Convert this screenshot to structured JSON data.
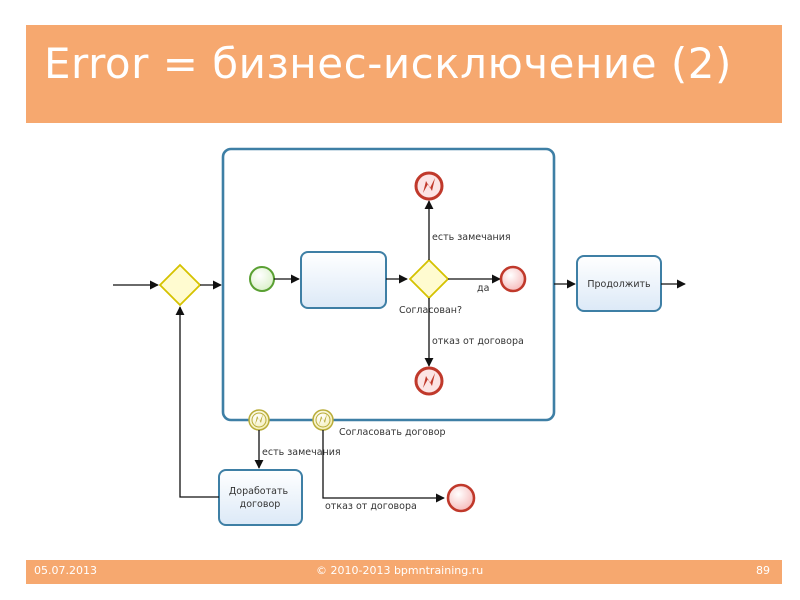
{
  "title": "Error = бизнес-исключение (2)",
  "diagram": {
    "task_continue": "Продолжить",
    "task_rework": "Доработать договор",
    "task_rework_lines": [
      "Доработать",
      "договор"
    ],
    "gateway_label": "Согласован?",
    "flow_remarks": "есть замечания",
    "flow_yes": "да",
    "flow_refusal": "отказ от договора",
    "subprocess_label": "Согласовать договор",
    "boundary_flow_remarks": "есть замечания",
    "boundary_flow_refusal": "отказ от договора"
  },
  "footer": {
    "date": "05.07.2013",
    "copyright": "© 2010-2013 bpmntraining.ru",
    "page": "89"
  },
  "colors": {
    "accent": "#f6a86f",
    "task_stroke": "#3e7fa5",
    "task_fill": "#eef4fb",
    "gateway_fill": "#fffbd0",
    "start_stroke": "#5aa033",
    "end_stroke": "#c0392b"
  }
}
